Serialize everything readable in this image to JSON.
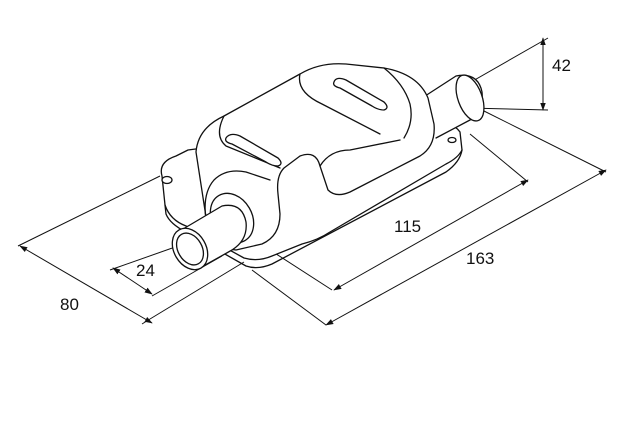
{
  "drawing": {
    "type": "isometric-dimension-drawing",
    "line_color": "#111111",
    "background": "#ffffff"
  },
  "dimensions": {
    "height": "42",
    "body_length": "115",
    "total_length": "163",
    "pipe_diameter": "24",
    "width": "80"
  }
}
